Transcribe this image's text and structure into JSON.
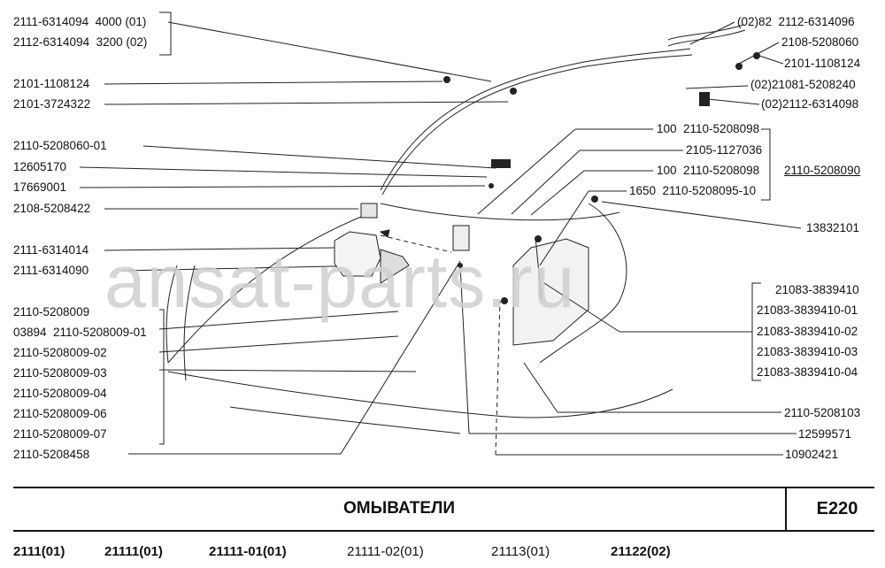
{
  "left_labels": [
    {
      "id": "l1",
      "text": "2111-6314094  4000 (01)"
    },
    {
      "id": "l2",
      "text": "2112-6314094  3200 (02)"
    },
    {
      "id": "l3",
      "text": "2101-1108124"
    },
    {
      "id": "l4",
      "text": "2101-3724322"
    },
    {
      "id": "l5",
      "text": "2110-5208060-01"
    },
    {
      "id": "l6",
      "text": "12605170"
    },
    {
      "id": "l7",
      "text": "17669001"
    },
    {
      "id": "l8",
      "text": "2108-5208422"
    },
    {
      "id": "l9",
      "text": "2111-6314014"
    },
    {
      "id": "l10",
      "text": "2111-6314090"
    },
    {
      "id": "l11",
      "text": "2110-5208009"
    },
    {
      "id": "l12",
      "text": "03894  2110-5208009-01"
    },
    {
      "id": "l13",
      "text": "2110-5208009-02"
    },
    {
      "id": "l14",
      "text": "2110-5208009-03"
    },
    {
      "id": "l15",
      "text": "2110-5208009-04"
    },
    {
      "id": "l16",
      "text": "2110-5208009-06"
    },
    {
      "id": "l17",
      "text": "2110-5208009-07"
    },
    {
      "id": "l18",
      "text": "2110-5208458"
    }
  ],
  "right_labels": [
    {
      "id": "r1",
      "text": "(02)82  2112-6314096"
    },
    {
      "id": "r2",
      "text": "2108-5208060"
    },
    {
      "id": "r3",
      "text": "2101-1108124"
    },
    {
      "id": "r4",
      "text": "(02)21081-5208240"
    },
    {
      "id": "r5",
      "text": "(02)2112-6314098"
    },
    {
      "id": "r6",
      "text": "100  2110-5208098"
    },
    {
      "id": "r7",
      "text": "2105-1127036"
    },
    {
      "id": "r8",
      "text": "100  2110-5208098"
    },
    {
      "id": "r9",
      "text": "2110-5208090"
    },
    {
      "id": "r10",
      "text": "1650  2110-5208095-10"
    },
    {
      "id": "r11",
      "text": "13832101"
    },
    {
      "id": "r12",
      "text": "21083-3839410"
    },
    {
      "id": "r13",
      "text": "21083-3839410-01"
    },
    {
      "id": "r14",
      "text": "21083-3839410-02"
    },
    {
      "id": "r15",
      "text": "21083-3839410-03"
    },
    {
      "id": "r16",
      "text": "21083-3839410-04"
    },
    {
      "id": "r17",
      "text": "2110-5208103"
    },
    {
      "id": "r18",
      "text": "12599571"
    },
    {
      "id": "r19",
      "text": "10902421"
    }
  ],
  "watermark": "ansat-parts.ru",
  "title": "ОМЫВАТЕЛИ",
  "page_code": "E220",
  "models": [
    {
      "text": "2111(01)",
      "bold": true
    },
    {
      "text": "21111(01)",
      "bold": true
    },
    {
      "text": "21111-01(01)",
      "bold": true
    },
    {
      "text": "21111-02(01)",
      "bold": false
    },
    {
      "text": "21113(01)",
      "bold": false
    },
    {
      "text": "21122(02)",
      "bold": true
    }
  ],
  "colors": {
    "ink": "#111111",
    "watermark": "#cfcfcf",
    "background": "#ffffff"
  }
}
